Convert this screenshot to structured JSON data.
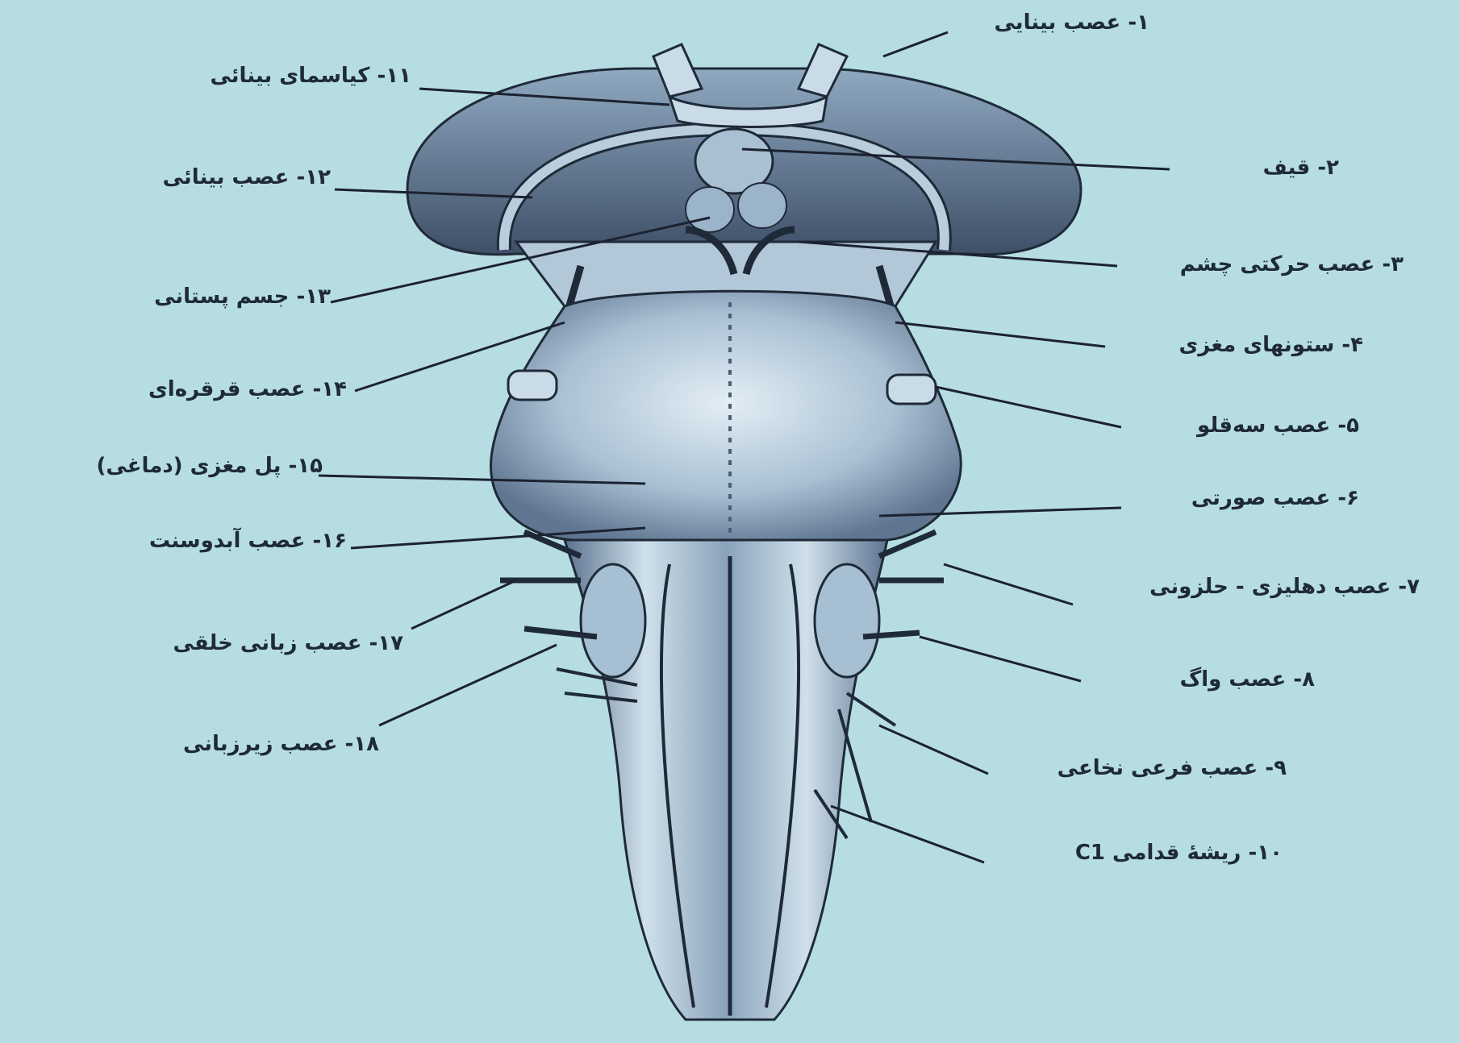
{
  "colors": {
    "background": "#b6dde2",
    "ink": "#1f2a38",
    "tissue_light": "#d8e7ef",
    "tissue_mid": "#93aec4",
    "tissue_dark": "#44566e"
  },
  "labels": {
    "l1": "۱- عصب بینایی",
    "l2": "۲- قیف",
    "l3": "۳- عصب حرکتی چشم",
    "l4": "۴- ستونهای مغزی",
    "l5": "۵- عصب سه‌قلو",
    "l6": "۶- عصب صورتی",
    "l7": "۷- عصب دهلیزی - حلزونی",
    "l8": "۸- عصب واگ",
    "l9": "۹- عصب فرعی نخاعی",
    "l10": "۱۰- ریشهٔ قدامی C1",
    "l11": "۱۱- کیاسمای بینائی",
    "l12": "۱۲- عصب بینائی",
    "l13": "۱۳- جسم پستانی",
    "l14": "۱۴- عصب قرقره‌ای",
    "l15": "۱۵- پل مغزی (دماغی)",
    "l16": "۱۶- عصب آبدوسنت",
    "l17": "۱۷- عصب زبانی خلقی",
    "l18": "۱۸- عصب زیرزبانی"
  }
}
